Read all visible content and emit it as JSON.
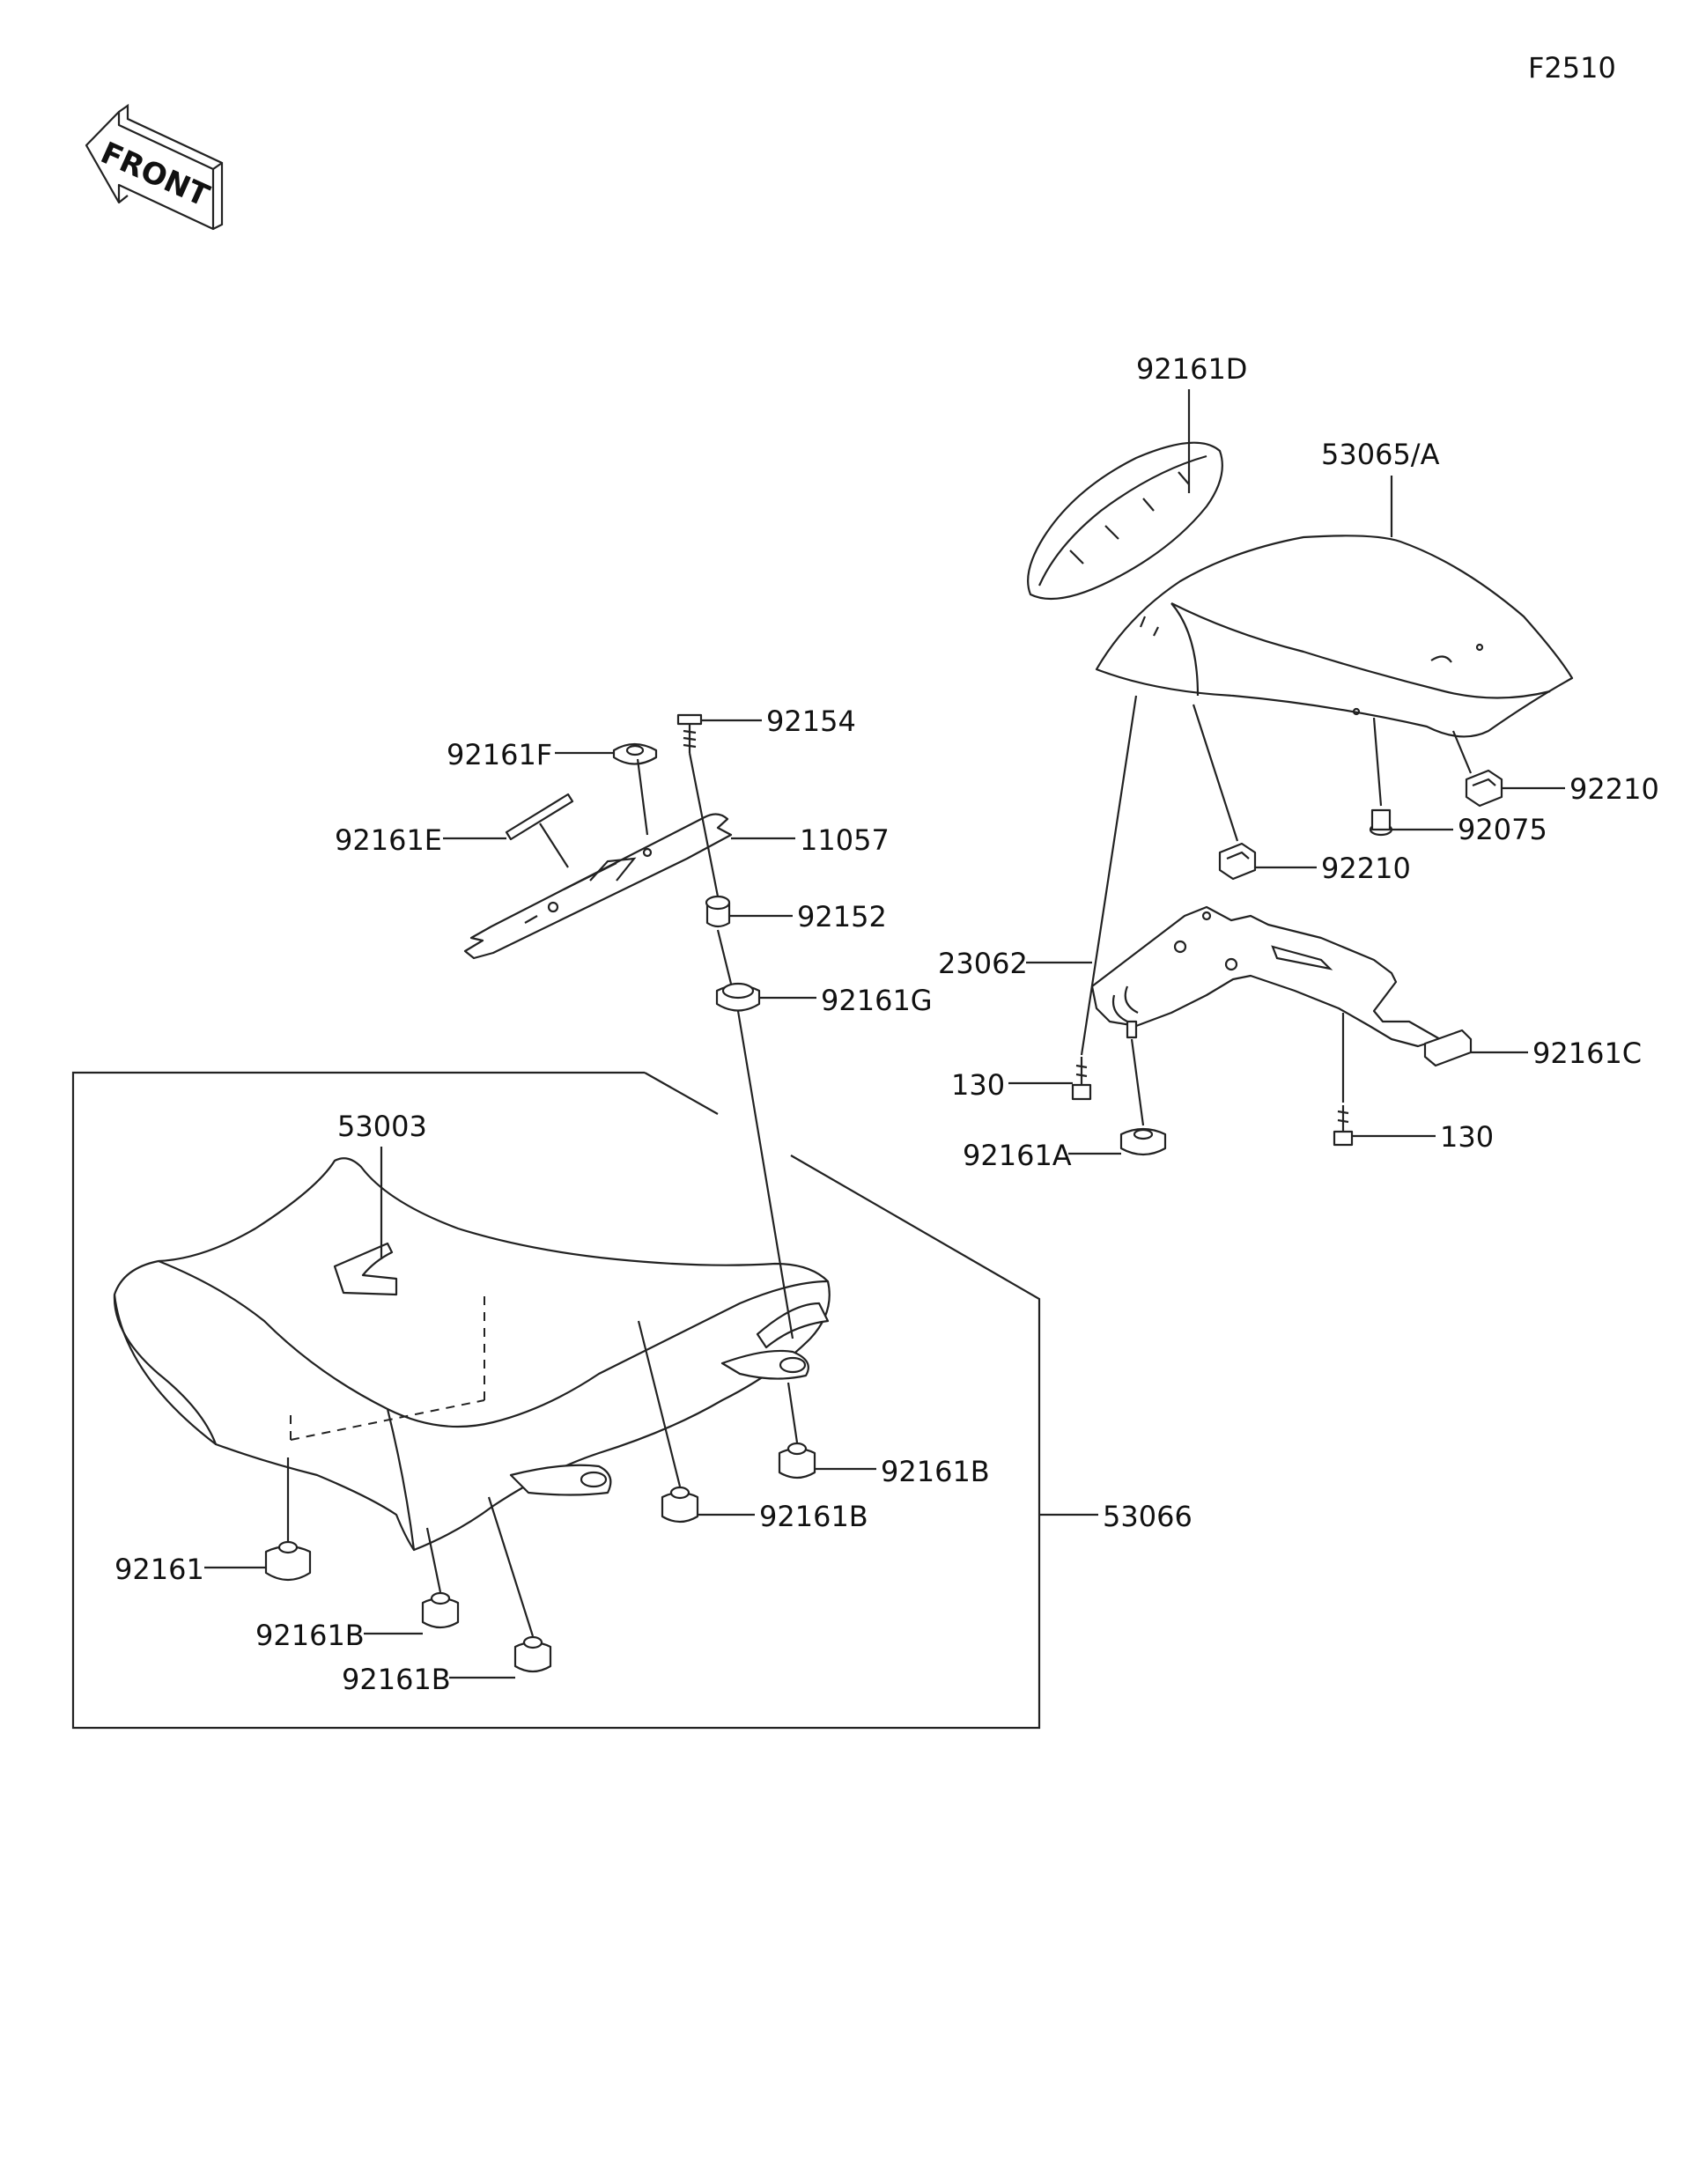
{
  "diagram_code": "F2510",
  "front_label": "FRONT",
  "parts": {
    "p92161D": "92161D",
    "p53065A": "53065/A",
    "p92154": "92154",
    "p92161F": "92161F",
    "p11057": "11057",
    "p92161E": "92161E",
    "p92152": "92152",
    "p92161G": "92161G",
    "p92210a": "92210",
    "p92075": "92075",
    "p92210b": "92210",
    "p23062": "23062",
    "p92161C": "92161C",
    "p130a": "130",
    "p130b": "130",
    "p92161A": "92161A",
    "p53003": "53003",
    "p92161B1": "92161B",
    "p92161B2": "92161B",
    "p53066": "53066",
    "p92161": "92161",
    "p92161B3": "92161B",
    "p92161B4": "92161B"
  }
}
